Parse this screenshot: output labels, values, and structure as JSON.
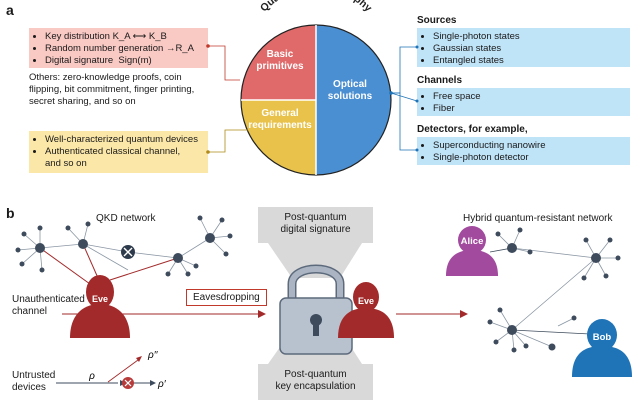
{
  "panel_a": {
    "label": "a",
    "circle_title": "Quantum cryptography",
    "quadrants": {
      "basic": [
        "Basic",
        "primitives"
      ],
      "optical": [
        "Optical",
        "solutions"
      ],
      "general": [
        "General",
        "requirements"
      ]
    },
    "primitives_box": {
      "item1_prefix": "Key distribution ",
      "item1_math": "K_A ⟷ K_B",
      "item2_prefix": "Random number generation ",
      "item2_math": "→R_A",
      "item3_prefix": "Digital signature",
      "item3_math": "Sign(m)"
    },
    "others_text": "Others: zero-knowledge proofs, coin flipping, bit commitment, finger printing, secret sharing, and so on",
    "requirements_box": {
      "items": [
        "Well-characterized quantum devices",
        "Authenticated classical channel,"
      ],
      "tail": "and so on"
    },
    "sources": {
      "header": "Sources",
      "items": [
        "Single-photon states",
        "Gaussian states",
        "Entangled states"
      ]
    },
    "channels": {
      "header": "Channels",
      "items": [
        "Free space",
        "Fiber"
      ]
    },
    "detectors": {
      "header": "Detectors, for example,",
      "items": [
        "Superconducting nanowire",
        "Single-photon detector"
      ]
    }
  },
  "panel_b": {
    "label": "b",
    "qkd_network": "QKD network",
    "pq_signature": [
      "Post-quantum",
      "digital signature"
    ],
    "pq_encapsulation": [
      "Post-quantum",
      "key encapsulation"
    ],
    "hybrid_network": "Hybrid quantum-resistant network",
    "unauth_channel": [
      "Unauthenticated",
      "channel"
    ],
    "untrusted_devices": [
      "Untrusted",
      "devices"
    ],
    "eavesdropping": "Eavesdropping",
    "eve": "Eve",
    "alice": "Alice",
    "bob": "Bob",
    "rho": "ρ",
    "rho_dd": "ρ′′",
    "rho_d": "ρ′"
  },
  "colors": {
    "pink": "#f9c9c4",
    "yellow": "#fbe7a8",
    "blue": "#bfe3f7",
    "quad_red": "#e06a6a",
    "quad_blue": "#4a8fd1",
    "quad_yellow": "#e8c24a",
    "eve": "#a32a2a",
    "alice": "#a24a9e",
    "bob": "#1f74b8",
    "node": "#3e4b5c"
  },
  "icons": [
    "padlock-icon",
    "eve-avatar-icon",
    "alice-avatar-icon",
    "bob-avatar-icon",
    "node-icon",
    "blocked-node-icon"
  ]
}
